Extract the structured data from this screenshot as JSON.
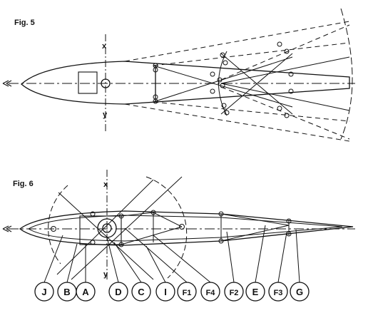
{
  "figures": [
    {
      "title": "Fig. 5",
      "axis_labels": [
        "x",
        "y"
      ]
    },
    {
      "title": "Fig. 6",
      "axis_labels": [
        "x",
        "y"
      ],
      "callouts": [
        "J",
        "B",
        "A",
        "D",
        "C",
        "I",
        "F1",
        "F4",
        "F2",
        "E",
        "F3",
        "G"
      ]
    }
  ]
}
